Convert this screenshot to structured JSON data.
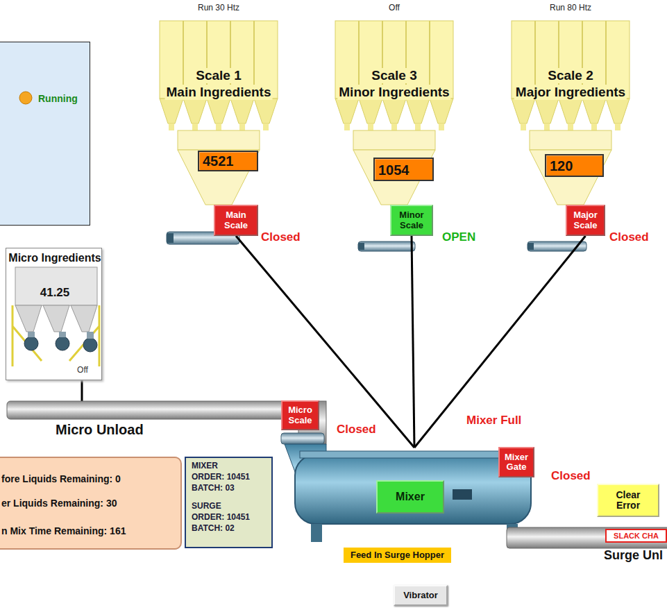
{
  "diagram": {
    "nodes": [
      {
        "text": [
          "Running"
        ]
      },
      {
        "text": [
          "Run 30 Htz",
          "Scale 1",
          "Main Ingredients"
        ]
      },
      {
        "text": [
          "4521"
        ],
        "in": 1
      },
      {
        "text": [
          "Off",
          "Scale 3",
          "Minor Ingredients"
        ]
      },
      {
        "text": [
          "1054"
        ],
        "in": 3
      },
      {
        "text": [
          "Run 80 Htz",
          "Scale 2",
          "Major Ingredients"
        ]
      },
      {
        "text": [
          "120"
        ],
        "in": 5
      },
      {
        "text": [
          "Main Scale"
        ]
      },
      {
        "text": [
          "Minor Scale"
        ]
      },
      {
        "text": [
          "Major Scale"
        ]
      },
      {
        "text": [
          "Micro Ingredients",
          "41.25",
          "Off"
        ]
      },
      {
        "text": [
          "Micro Scale"
        ]
      },
      {
        "text": [
          "Mixer Full"
        ]
      },
      {
        "text": [
          "Mixer Gate"
        ],
        "in": 12
      },
      {
        "text": [
          "Mixer"
        ],
        "in": 12
      },
      {
        "text": [
          "Clear Error"
        ]
      },
      {
        "text": [
          "fore Liquids Remaining: 0",
          "er Liquids Remaining: 30",
          "n Mix Time Remaining: 161"
        ]
      },
      {
        "text": [
          "MIXER",
          "ORDER: 10451",
          "BATCH: 03",
          "SURGE",
          "ORDER: 10451",
          "BATCH: 02"
        ]
      },
      {
        "text": [
          "SLACK CHA"
        ]
      },
      {
        "text": [
          "Feed In Surge Hopper"
        ]
      },
      {
        "text": [
          "Vibrator"
        ]
      }
    ],
    "edges": [
      {
        "from": 7,
        "to": 12,
        "arrow": "none"
      },
      {
        "from": 8,
        "to": 12,
        "arrow": "none"
      },
      {
        "from": 9,
        "to": 12,
        "arrow": "none"
      }
    ],
    "labels": [
      "Closed",
      "OPEN",
      "Closed",
      "Micro Unload",
      "Closed",
      "Closed",
      "Surge Unl"
    ]
  }
}
